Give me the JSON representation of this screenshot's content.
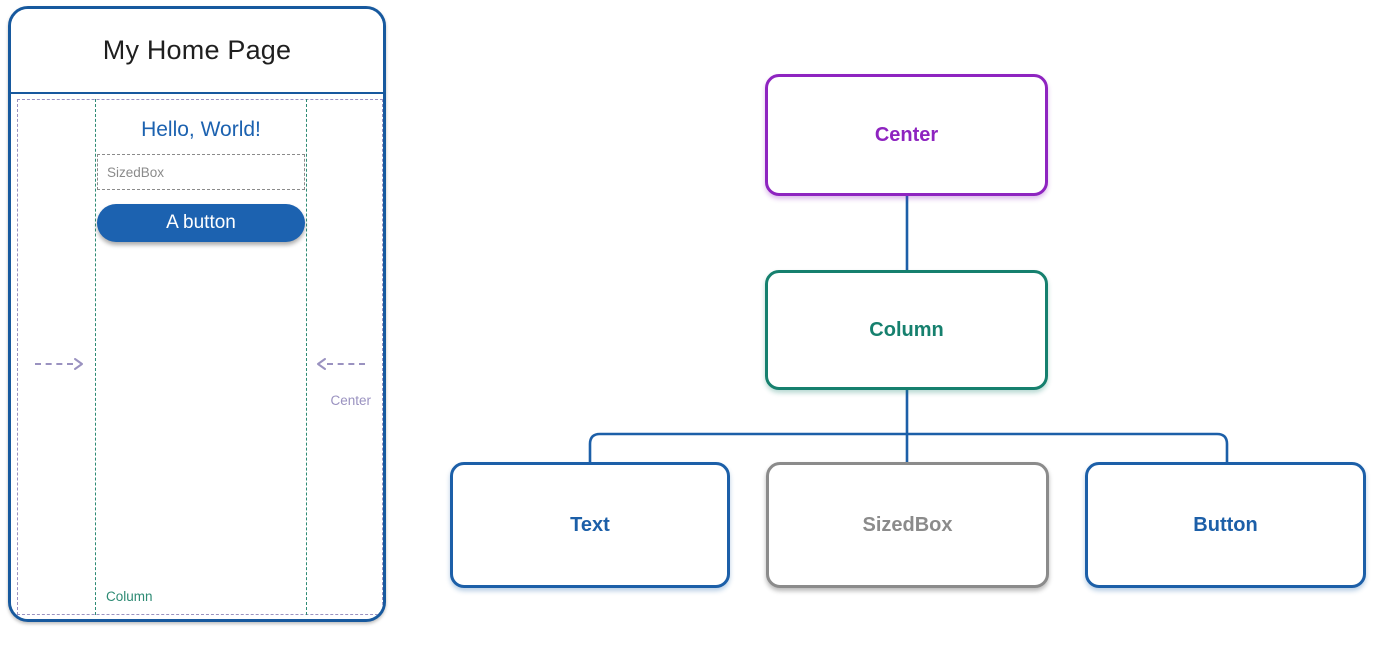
{
  "phone": {
    "app_bar": {
      "title": "My Home Page"
    },
    "body": {
      "center_guide_label": "Center",
      "column_guide_label": "Column",
      "text_widget": "Hello, World!",
      "sizedbox_label": "SizedBox",
      "button_label": "A button"
    }
  },
  "widget_tree": {
    "nodes": [
      {
        "id": "center",
        "label": "Center",
        "color": "#8E24C0"
      },
      {
        "id": "column",
        "label": "Column",
        "color": "#16806E"
      },
      {
        "id": "text",
        "label": "Text",
        "color": "#1C5FA8"
      },
      {
        "id": "sizedbox",
        "label": "SizedBox",
        "color": "#8B8B8B"
      },
      {
        "id": "button",
        "label": "Button",
        "color": "#1C5FA8"
      }
    ],
    "edges": [
      {
        "from": "above",
        "to": "center"
      },
      {
        "from": "center",
        "to": "column"
      },
      {
        "from": "column",
        "to": "text"
      },
      {
        "from": "column",
        "to": "sizedbox"
      },
      {
        "from": "column",
        "to": "button"
      },
      {
        "from": "button",
        "to": "below"
      }
    ],
    "edge_color": "#1C5FA8"
  },
  "colors": {
    "frame_blue": "#17599E",
    "accent_blue": "#1C62B0",
    "center_purple": "#8E24C0",
    "column_teal": "#16806E",
    "sizedbox_gray": "#8B8B8B",
    "guide_purple": "#9A92C0",
    "guide_teal": "#2E8B74",
    "title_dark": "#1F1F1F"
  }
}
